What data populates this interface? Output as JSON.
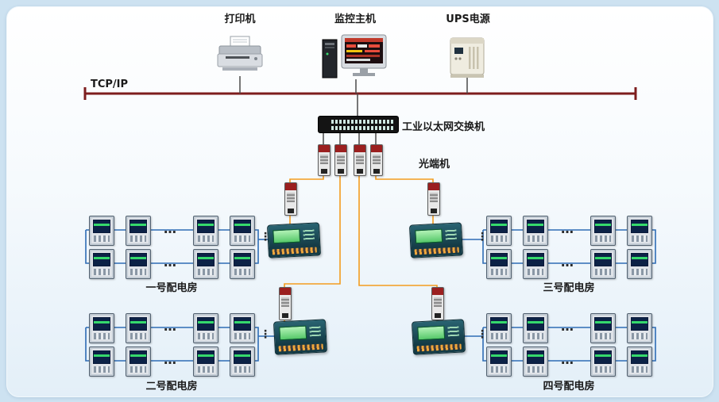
{
  "labels": {
    "printer": "打印机",
    "host": "监控主机",
    "ups": "UPS电源",
    "bus": "TCP/IP",
    "switch": "工业以太网交换机",
    "optical": "光端机",
    "room1": "一号配电房",
    "room2": "二号配电房",
    "room3": "三号配电房",
    "room4": "四号配电房",
    "h_ellipsis": "…",
    "v_ellipsis": "⋮"
  },
  "colors": {
    "tcpip_bus": "#7d1d1d",
    "fiber": "#f39c1f",
    "field_wire": "#2e6cb5",
    "drop_line": "#4a4a4a"
  }
}
